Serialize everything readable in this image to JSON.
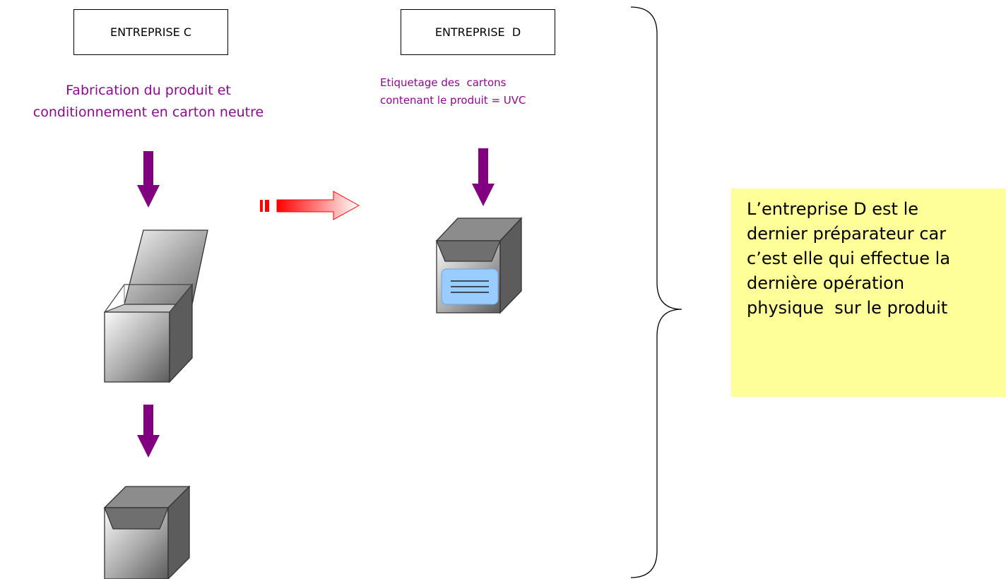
{
  "company_c": {
    "label": "ENTREPRISE C",
    "description": "Fabrication du produit et\nconditionnement en carton neutre"
  },
  "company_d": {
    "label": "ENTREPRISE  D",
    "description": "Etiquetage des  cartons\ncontenant le produit = UVC"
  },
  "note": {
    "text": "L’entreprise D est le\ndernier préparateur car\nc’est elle qui effectue la\ndernière opération\nphysique  sur le produit"
  },
  "colors": {
    "arrow_purple": "#800080",
    "text_purple": "#8b0a8b",
    "transfer_arrow": "#ff0000",
    "note_background": "#ffff99",
    "label_panel": "#99ccff"
  },
  "icons": [
    "down-arrow-icon",
    "open-box-icon",
    "closed-box-icon",
    "labeled-box-icon",
    "transfer-arrow-icon",
    "curly-brace-icon"
  ]
}
